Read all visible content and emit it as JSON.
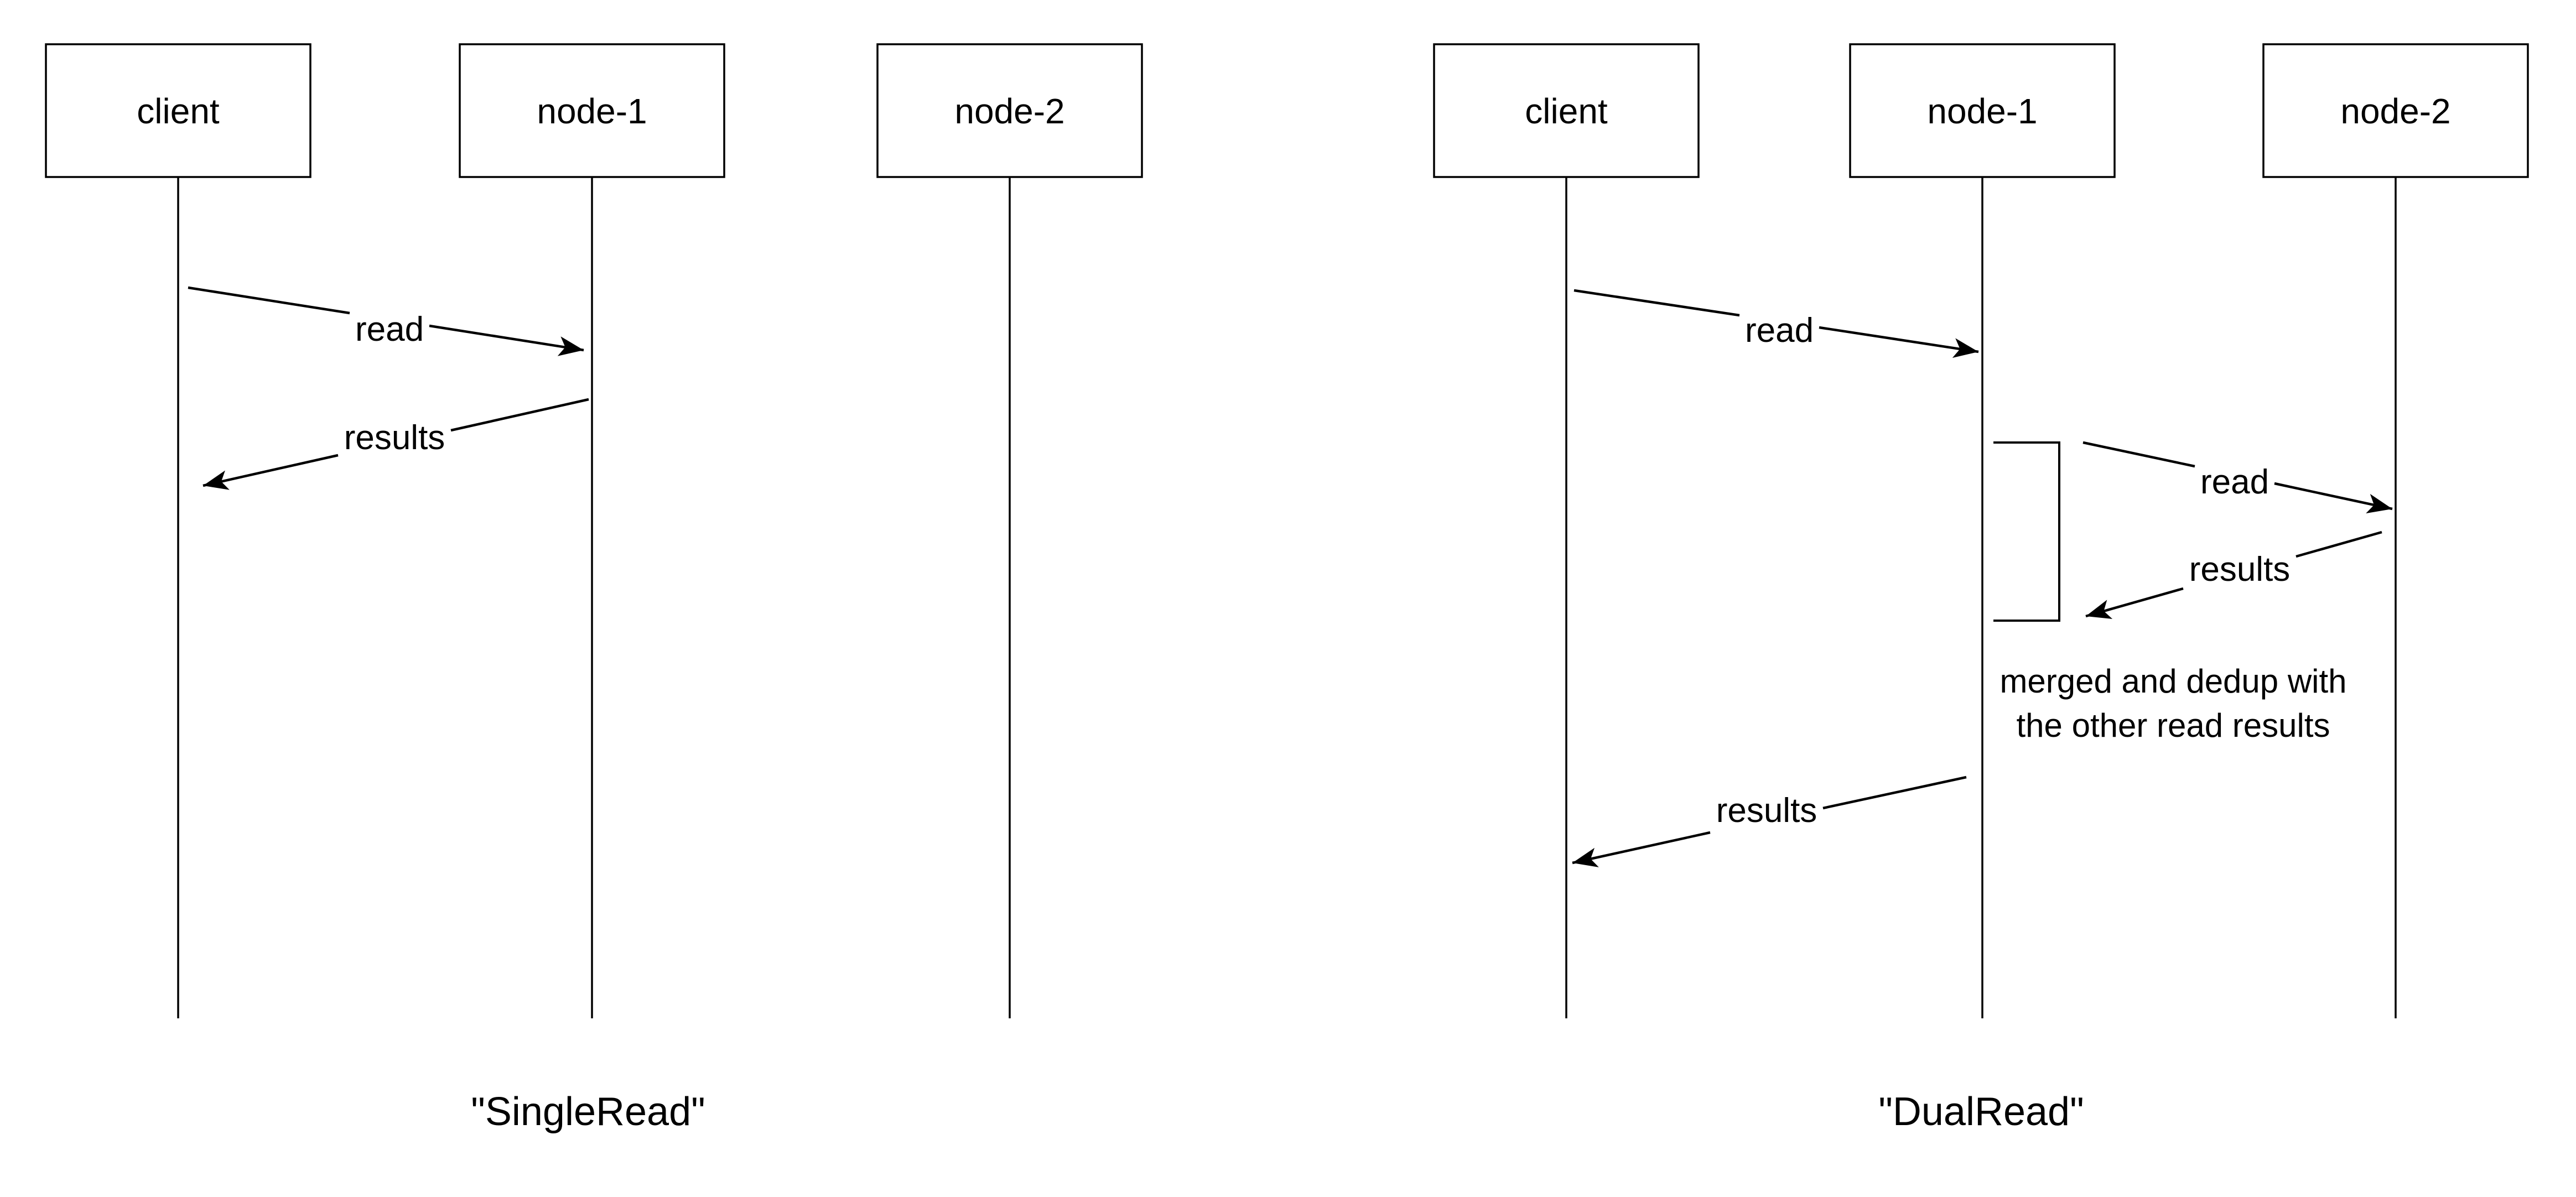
{
  "canvas": {
    "background": "#ffffff",
    "ink": "#000000"
  },
  "diagrams": [
    {
      "id": "single-read",
      "caption": "\"SingleRead\"",
      "actors": [
        {
          "name": "client"
        },
        {
          "name": "node-1"
        },
        {
          "name": "node-2"
        }
      ],
      "messages": [
        {
          "label": "read",
          "from": "client",
          "to": "node-1"
        },
        {
          "label": "results",
          "from": "node-1",
          "to": "client"
        }
      ]
    },
    {
      "id": "dual-read",
      "caption": "\"DualRead\"",
      "actors": [
        {
          "name": "client"
        },
        {
          "name": "node-1"
        },
        {
          "name": "node-2"
        }
      ],
      "messages": [
        {
          "label": "read",
          "from": "client",
          "to": "node-1"
        },
        {
          "label": "read",
          "from": "node-1",
          "to": "node-2"
        },
        {
          "label": "results",
          "from": "node-2",
          "to": "node-1"
        },
        {
          "label": "results",
          "from": "node-1",
          "to": "client"
        }
      ],
      "note": {
        "lines": [
          "merged and dedup with",
          "the other read results"
        ]
      }
    }
  ]
}
